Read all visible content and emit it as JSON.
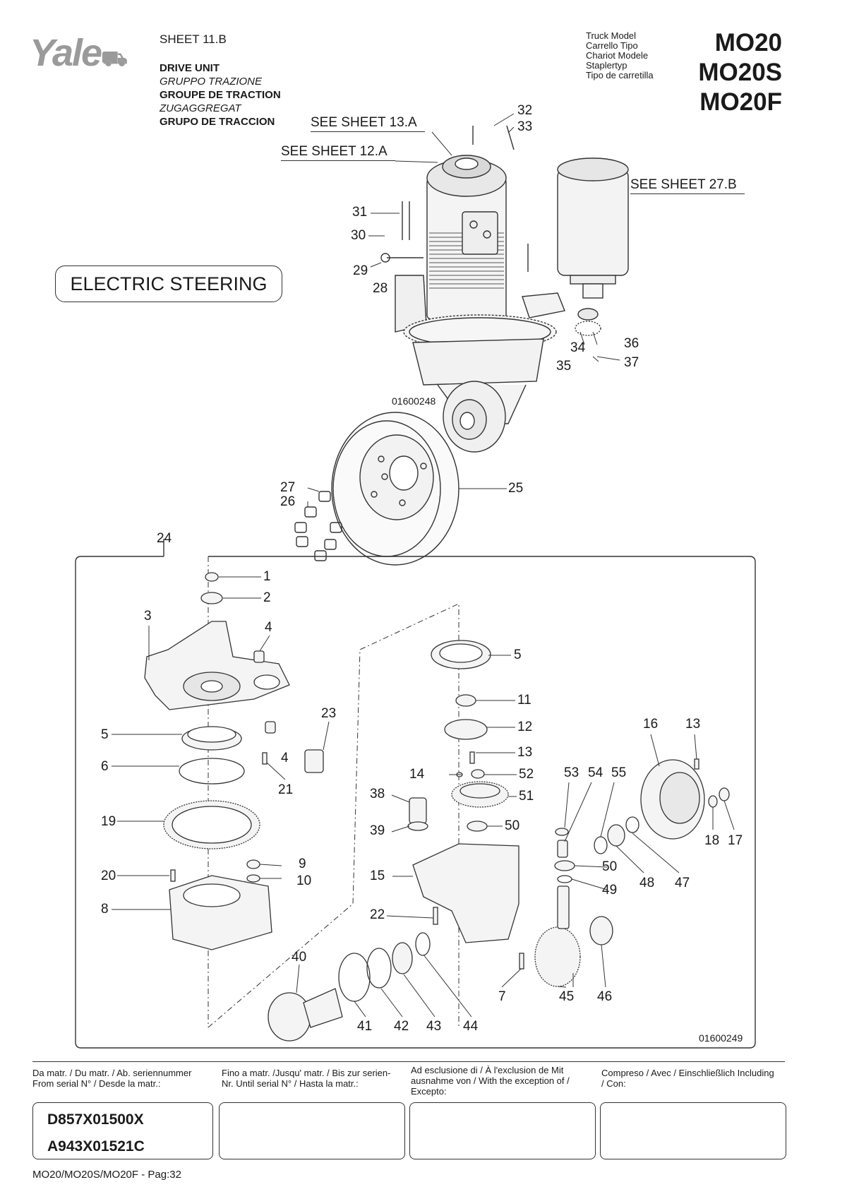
{
  "header": {
    "logo": "Yale",
    "sheet": "SHEET 11.B",
    "title_lines": [
      {
        "text": "DRIVE UNIT",
        "style": "bold"
      },
      {
        "text": "GRUPPO TRAZIONE",
        "style": "italic"
      },
      {
        "text": "GROUPE DE TRACTION",
        "style": "bold"
      },
      {
        "text": "ZUGAGGREGAT",
        "style": "italic"
      },
      {
        "text": "GRUPO DE TRACCION",
        "style": "bold"
      }
    ],
    "truck_labels": [
      "Truck Model",
      "Carrello Tipo",
      "Chariot Modele",
      "Staplertyp",
      "Tipo de carretilla"
    ],
    "models": [
      "MO20",
      "MO20S",
      "MO20F"
    ]
  },
  "diagram": {
    "references": [
      "SEE SHEET 13.A",
      "SEE SHEET 12.A",
      "SEE SHEET 27.B"
    ],
    "box_label": "ELECTRIC STEERING",
    "drawing_codes": [
      "01600248",
      "01600249"
    ],
    "callouts": [
      "32",
      "33",
      "31",
      "30",
      "29",
      "28",
      "34",
      "35",
      "36",
      "37",
      "25",
      "27",
      "26",
      "24",
      "1",
      "2",
      "3",
      "4",
      "5",
      "6",
      "19",
      "20",
      "8",
      "23",
      "4",
      "21",
      "9",
      "10",
      "5",
      "11",
      "12",
      "13",
      "14",
      "52",
      "38",
      "51",
      "39",
      "50",
      "15",
      "22",
      "40",
      "41",
      "42",
      "43",
      "44",
      "7",
      "45",
      "46",
      "53",
      "54",
      "55",
      "16",
      "13",
      "18",
      "17",
      "48",
      "47",
      "50",
      "49"
    ]
  },
  "footer": {
    "col1": "Da matr. / Du matr. / Ab. seriennummer From serial N° / Desde la matr.:",
    "col2": "Fino a matr. /Jusqu' matr. / Bis zur serien-Nr. Until serial N° / Hasta la matr.:",
    "col3": "Ad esclusione di / À l'exclusion de Mit ausnahme von / With the exception of / Excepto:",
    "col4": "Compreso / Avec / Einschließlich Including / Con:",
    "serials": [
      "D857X01500X",
      "A943X01521C"
    ],
    "page": "MO20/MO20S/MO20F - Pag:32"
  }
}
